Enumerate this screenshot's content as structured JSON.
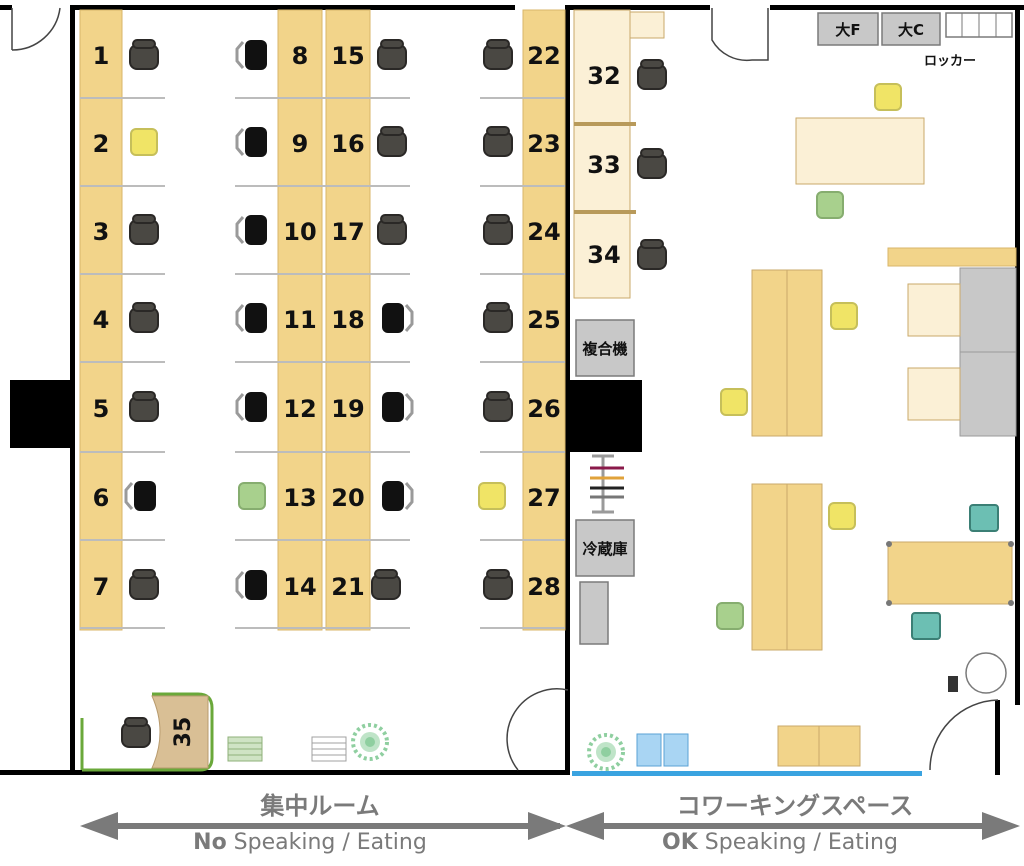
{
  "seats": {
    "s1": "1",
    "s2": "2",
    "s3": "3",
    "s4": "4",
    "s5": "5",
    "s6": "6",
    "s7": "7",
    "s8": "8",
    "s9": "9",
    "s10": "10",
    "s11": "11",
    "s12": "12",
    "s13": "13",
    "s14": "14",
    "s15": "15",
    "s16": "16",
    "s17": "17",
    "s18": "18",
    "s19": "19",
    "s20": "20",
    "s21": "21",
    "s22": "22",
    "s23": "23",
    "s24": "24",
    "s25": "25",
    "s26": "26",
    "s27": "27",
    "s28": "28",
    "s32": "32",
    "s33": "33",
    "s34": "34",
    "s35": "35"
  },
  "facilities": {
    "locker_f": "大F",
    "locker_c": "大C",
    "locker": "ロッカー",
    "printer": "複合機",
    "fridge": "冷蔵庫"
  },
  "zones": {
    "left_title": "集中ルーム",
    "left_rule_bold": "No",
    "left_rule_rest": " Speaking / Eating",
    "right_title": "コワーキングスペース",
    "right_rule_bold": "OK",
    "right_rule_rest": " Speaking / Eating"
  },
  "colors": {
    "desk": "#f2d48a",
    "desk_light": "#fbf0d6",
    "chair_dark": "#4a4843",
    "chair_black": "#111111",
    "chair_yellow": "#f0e466",
    "chair_green": "#a8d08d",
    "chair_teal": "#6cbfb3",
    "wall": "#000000",
    "gray": "#c8c8c8",
    "plant_green": "#2e8b3a",
    "blue_line": "#3aa3e0",
    "caption_gray": "#7a7a7a"
  }
}
